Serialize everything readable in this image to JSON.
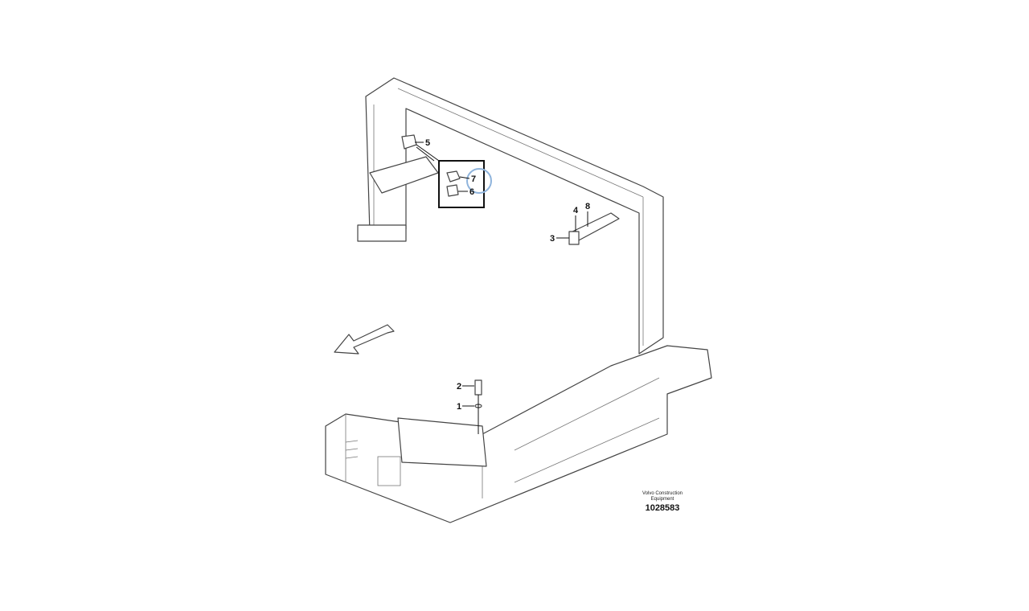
{
  "diagram": {
    "callouts": [
      "1",
      "2",
      "3",
      "4",
      "5",
      "6",
      "7",
      "8"
    ],
    "brand_line1": "Volvo Construction",
    "brand_line2": "Equipment",
    "drawing_number": "1028583",
    "highlight_color": "#8fb4dc"
  }
}
